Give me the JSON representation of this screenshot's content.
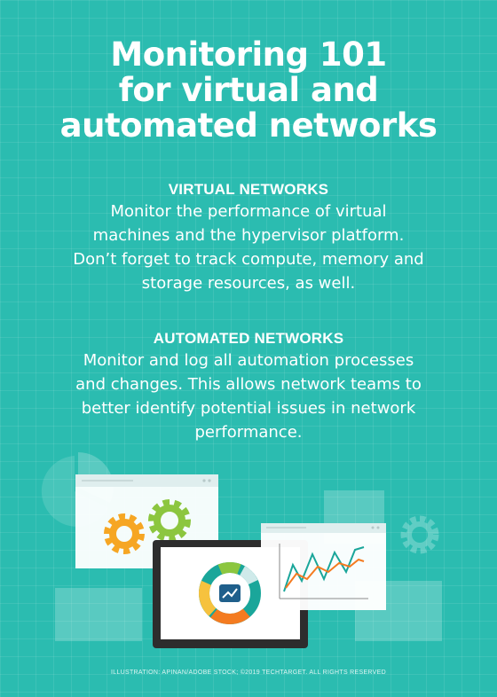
{
  "title": {
    "line1": "Monitoring 101",
    "line2": "for virtual and",
    "line3": "automated networks"
  },
  "sections": [
    {
      "heading": "VIRTUAL NETWORKS",
      "lines": [
        "Monitor the performance of virtual",
        "machines and the hypervisor platform.",
        "Don’t forget to track compute, memory and",
        "storage resources, as well."
      ]
    },
    {
      "heading": "AUTOMATED NETWORKS",
      "lines": [
        "Monitor and log all automation processes",
        "and changes. This allows network teams to",
        "better identify potential issues in network",
        "performance."
      ]
    }
  ],
  "credit": "ILLUSTRATION: APINAN/ADOBE STOCK; ©2019 TECHTARGET. ALL RIGHTS RESERVED",
  "colors": {
    "background": "#2bbcb0",
    "gear_orange": "#f6a623",
    "gear_green": "#8cc63f",
    "donut_teal": "#1aa69a",
    "donut_orange": "#f47b20",
    "line_orange": "#f47b20",
    "line_teal": "#1aa69a",
    "tablet_frame": "#2d2d2d"
  }
}
